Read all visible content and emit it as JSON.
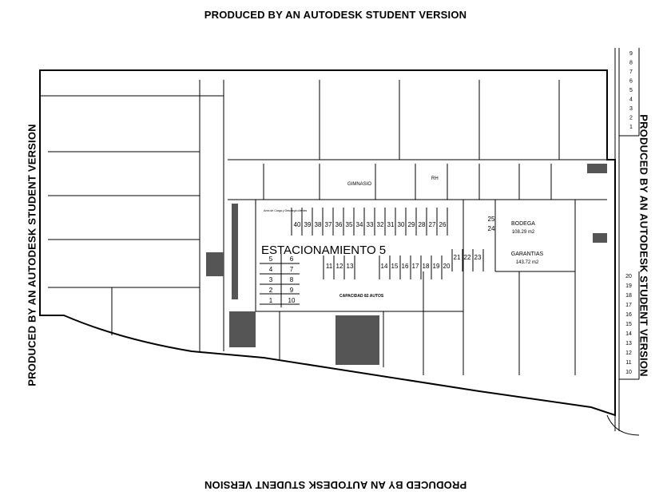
{
  "watermark": "PRODUCED BY AN AUTODESK STUDENT VERSION",
  "labels": {
    "parking_area": "ESTACIONAMIENTO 5",
    "capacity": "CAPACIDAD 82 AUTOS",
    "bodega": "BODEGA",
    "bodega_area": "108.29 m2",
    "garantias": "GARANTIAS",
    "garantias_area": "143.72 m2",
    "gimnasio": "GIMNASIO",
    "rh": "RH",
    "loading_area": "Area de Carga y Descarga clientes"
  },
  "stalls": {
    "top_row": [
      "40",
      "39",
      "38",
      "37",
      "36",
      "35",
      "34",
      "33",
      "32",
      "31",
      "30",
      "29",
      "28",
      "27",
      "26"
    ],
    "mid_row_a": [
      "11",
      "12",
      "13"
    ],
    "mid_row_b": [
      "14",
      "15",
      "16",
      "17",
      "18",
      "19",
      "20"
    ],
    "mid_row_c": [
      "21",
      "22",
      "23"
    ],
    "side": [
      "25",
      "24"
    ],
    "left_table": [
      [
        "5",
        "6"
      ],
      [
        "4",
        "7"
      ],
      [
        "3",
        "8"
      ],
      [
        "2",
        "9"
      ],
      [
        "1",
        "10"
      ]
    ],
    "street_top": [
      "9",
      "8",
      "7",
      "6",
      "5",
      "4",
      "3",
      "2",
      "1"
    ],
    "street_bottom": [
      "20",
      "19",
      "18",
      "17",
      "16",
      "15",
      "14",
      "13",
      "12",
      "11",
      "10"
    ]
  }
}
